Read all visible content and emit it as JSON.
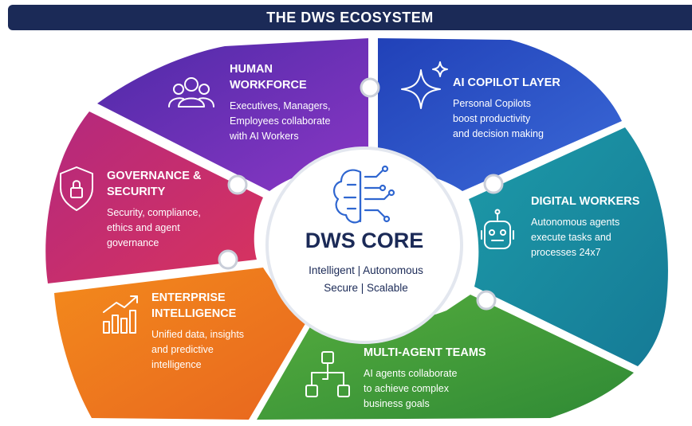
{
  "title": "THE DWS ECOSYSTEM",
  "core": {
    "title": "DWS CORE",
    "line1": "Intelligent | Autonomous",
    "line2": "Secure | Scalable",
    "icon": "brain-circuit-icon"
  },
  "segments": {
    "human_workforce": {
      "title1": "HUMAN",
      "title2": "WORKFORCE",
      "desc1": "Executives, Managers,",
      "desc2": "Employees collaborate",
      "desc3": "with AI Workers",
      "icon": "people-icon",
      "color": "#6a2fb6"
    },
    "ai_copilot": {
      "title1": "AI COPILOT LAYER",
      "desc1": "Personal Copilots",
      "desc2": "boost productivity",
      "desc3": "and decision making",
      "icon": "sparkle-icon",
      "color": "#2f52c9"
    },
    "digital_workers": {
      "title1": "DIGITAL WORKERS",
      "desc1": "Autonomous agents",
      "desc2": "execute tasks and",
      "desc3": "processes 24x7",
      "icon": "robot-icon",
      "color": "#1a8a9c"
    },
    "multi_agent": {
      "title1": "MULTI-AGENT TEAMS",
      "desc1": "AI agents collaborate",
      "desc2": "to achieve complex",
      "desc3": "business goals",
      "icon": "network-icon",
      "color": "#3f9a3a"
    },
    "enterprise_intelligence": {
      "title1": "ENTERPRISE",
      "title2": "INTELLIGENCE",
      "desc1": "Unified data, insights",
      "desc2": "and predictive",
      "desc3": "intelligence",
      "icon": "bar-chart-icon",
      "color": "#ef7d1e"
    },
    "governance": {
      "title1": "GOVERNANCE &",
      "title2": "SECURITY",
      "desc1": "Security, compliance,",
      "desc2": "ethics and agent",
      "desc3": "governance",
      "icon": "shield-lock-icon",
      "color": "#c92d6e"
    }
  }
}
